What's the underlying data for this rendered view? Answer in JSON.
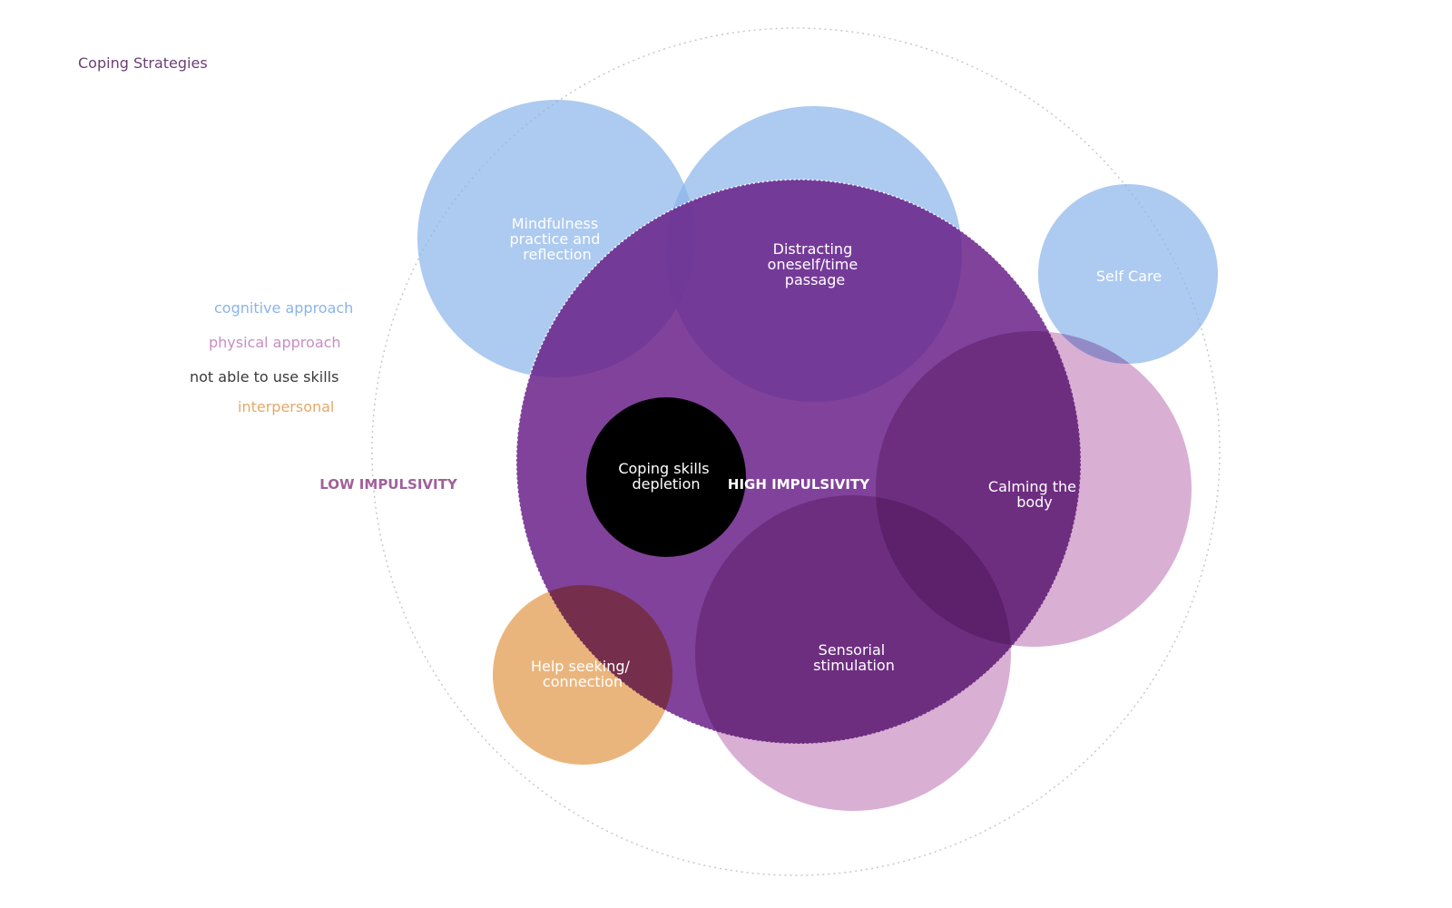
{
  "title": "Coping Strategies",
  "colors": {
    "title": "#6b3f73",
    "cognitive": "#8ab4ea",
    "physical": "#c98dc2",
    "not_able": "#3a3a3a",
    "interpersonal": "#e6a866",
    "low_label": "#a0609a",
    "high_region": "#6a2188",
    "depletion": "#000000",
    "boundary": "#c8c8c8",
    "circle_text": "#ffffff"
  },
  "legend": [
    {
      "key": "cognitive",
      "label": "cognitive approach"
    },
    {
      "key": "physical",
      "label": "physical approach"
    },
    {
      "key": "not_able",
      "label": "not able to use skills"
    },
    {
      "key": "interpersonal",
      "label": "interpersonal"
    }
  ],
  "zones": {
    "low": "LOW IMPULSIVITY",
    "high": "HIGH IMPULSIVITY"
  },
  "circles": {
    "mindfulness": [
      "Mindfulness",
      "practice and",
      "reflection"
    ],
    "distracting": [
      "Distracting",
      "oneself/time",
      "passage"
    ],
    "self_care": [
      "Self Care"
    ],
    "calming": [
      "Calming the",
      "body"
    ],
    "sensorial": [
      "Sensorial",
      "stimulation"
    ],
    "help_seeking": [
      "Help seeking/",
      "connection"
    ],
    "depletion": [
      "Coping skills",
      "depletion"
    ]
  }
}
